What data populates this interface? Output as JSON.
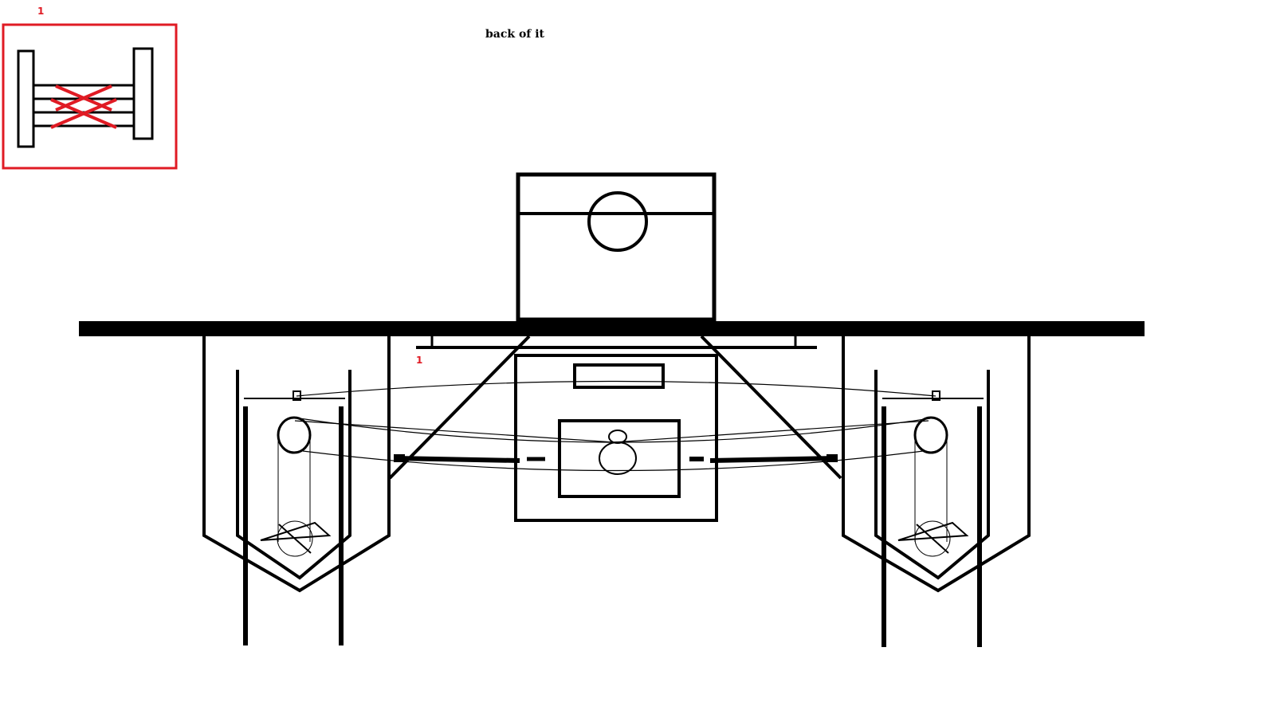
{
  "title": "back of it",
  "callouts": {
    "inset": "1",
    "main": "1"
  },
  "colors": {
    "ink": "#000000",
    "callout": "#e01b24",
    "background": "#ffffff"
  }
}
